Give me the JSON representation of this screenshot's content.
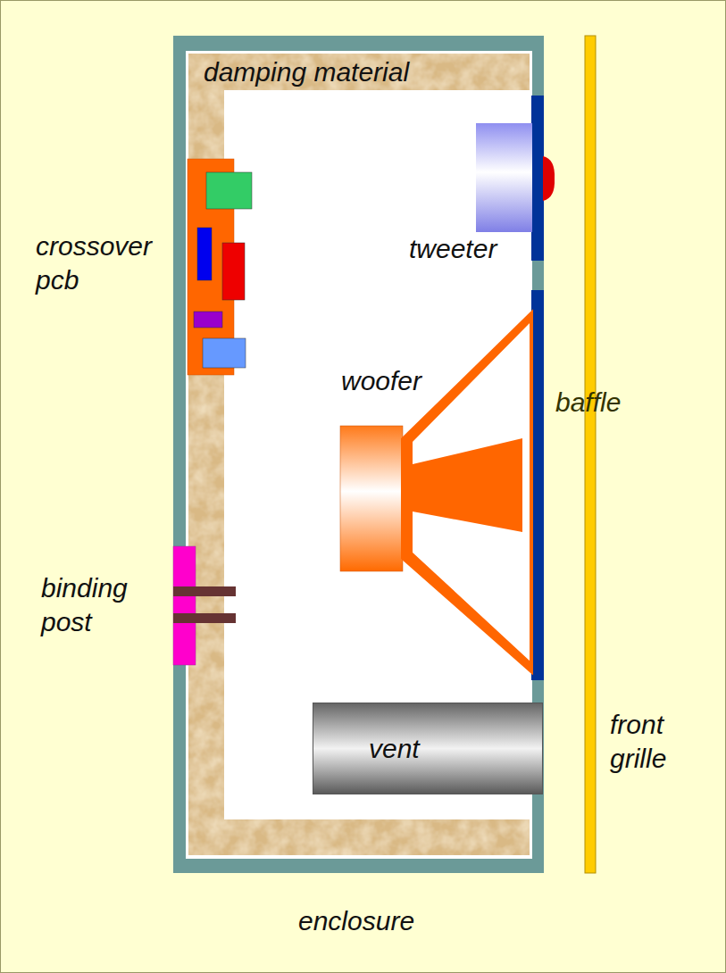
{
  "diagram": {
    "nodes": [
      {
        "text": [
          "vent"
        ]
      }
    ],
    "labels": [
      "damping material",
      "crossover pcb",
      "tweeter",
      "woofer",
      "baffle",
      "binding post",
      "front grille",
      "enclosure"
    ]
  }
}
